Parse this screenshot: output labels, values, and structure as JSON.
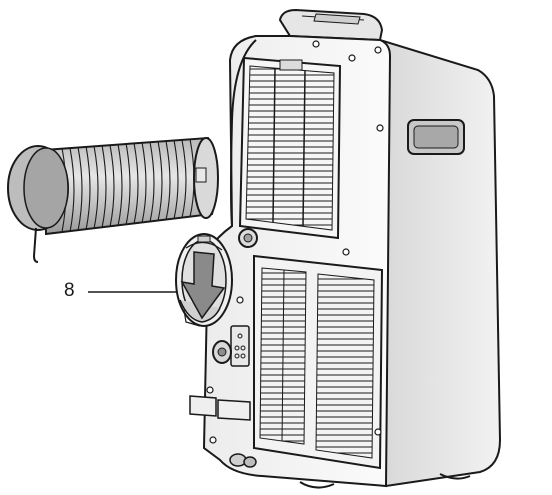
{
  "figure": {
    "callout_number": "8",
    "colors": {
      "outline": "#1a1a1a",
      "body_light": "#f4f4f4",
      "body_mid": "#e2e2e2",
      "body_dark": "#c9c9c9",
      "hose_light": "#cfcfcf",
      "hose_dark": "#8f8f8f",
      "arrow": "#8a8a8a"
    },
    "parts": [
      "portable-air-conditioner",
      "exhaust-hose",
      "hose-connector-adapter",
      "insert-direction-arrow"
    ]
  }
}
